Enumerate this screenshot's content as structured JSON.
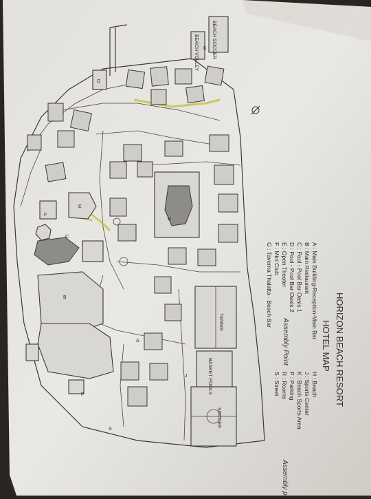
{
  "map": {
    "title": "HORIZON BEACH RESORT",
    "subtitle": "HOTEL MAP",
    "legend_left": [
      {
        "key": "A",
        "text": "Main Building-Reception-Main Bar"
      },
      {
        "key": "B",
        "text": "Main Restaurant"
      },
      {
        "key": "C",
        "text": "Pool - Pool Bar Oasis 1"
      },
      {
        "key": "D",
        "text": "Pool - Pool Bar Oasis 2"
      },
      {
        "key": "E",
        "text": "Open Theater"
      },
      {
        "key": "F",
        "text": "Mini Club"
      },
      {
        "key": "G",
        "text": "Taverna Thalatta - Beach Bar"
      }
    ],
    "legend_right": [
      {
        "key": "H",
        "text": "Beach"
      },
      {
        "key": "J",
        "text": "Sports Center"
      },
      {
        "key": "K",
        "text": "Beach Sports Area"
      },
      {
        "key": "P",
        "text": "Parking"
      },
      {
        "key": "R",
        "text": "Rooms"
      },
      {
        "key": "S",
        "text": "Street"
      }
    ],
    "handwritten": [
      "Assembly Point",
      "Assembly point"
    ],
    "sports_labels": [
      "TENNIS",
      "BASKET POOLS",
      "SOCCER"
    ],
    "beach_area_label": "BEACH SOCCER",
    "beach_volley_label": "BEACH VOLLEY",
    "area_letters": {
      "A": "A",
      "B": "B",
      "C": "C",
      "D": "D",
      "E": "E",
      "F": "F",
      "G": "G",
      "K": "K",
      "P": "P",
      "S": "S",
      "J": "J"
    },
    "highlight_color": "#c8c24a"
  }
}
